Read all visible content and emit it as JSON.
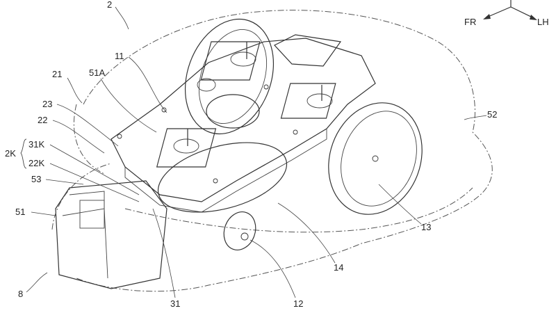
{
  "figure": {
    "reference_labels": {
      "mower": "2",
      "frame": "11",
      "bumper_mount": "51A",
      "cover": "21",
      "cover_upper": "23",
      "cover_lower": "22",
      "group": "2K",
      "group_a": "31K",
      "group_b": "22K",
      "sensor": "53",
      "front_bumper": "51",
      "front_unit": "8",
      "bracket": "31",
      "caster": "12",
      "deck": "14",
      "rear_wheel": "13",
      "rear_bumper": "52"
    },
    "direction_indicator": {
      "front": "FR",
      "left": "LH"
    }
  }
}
